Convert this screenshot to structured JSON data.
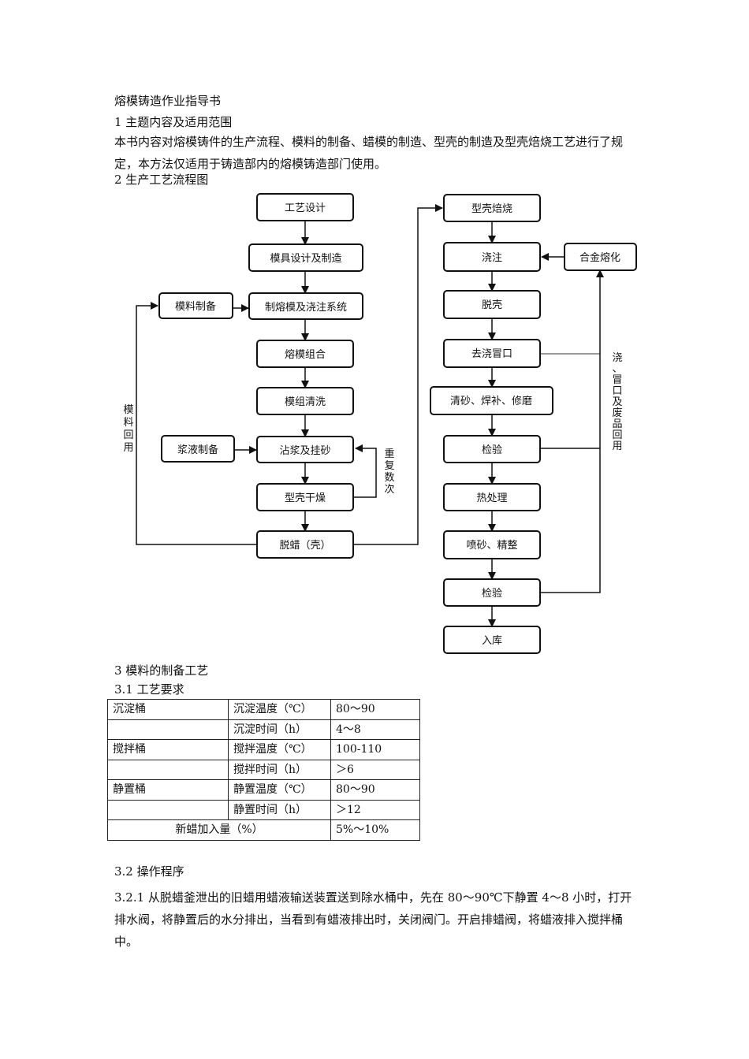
{
  "doc": {
    "title": "熔模铸造作业指导书",
    "section1_heading": "1 主题内容及适用范围",
    "section1_para": "本书内容对熔模铸件的生产流程、模料的制备、蜡模的制造、型壳的制造及型壳焙烧工艺进行了规定，本方法仅适用于铸造部内的熔模铸造部门使用。",
    "section2_heading": "2 生产工艺流程图",
    "section3_heading": "3 模料的制备工艺",
    "section31_heading": "3.1 工艺要求",
    "section32_heading": "3.2 操作程序",
    "section321_para": "3.2.1 从脱蜡釜泄出的旧蜡用蜡液输送装置送到除水桶中，先在 80～90℃下静置 4～8 小时，打开排水阀，将静置后的水分排出，当看到有蜡液排出时，关闭阀门。开启排蜡阀，将蜡液排入搅拌桶中。"
  },
  "flow": {
    "gongyi_sheji": "工艺设计",
    "moju_sheji": "模具设计及制造",
    "moliao_zhibei": "模料制备",
    "zhi_rongmo": "制熔模及浇注系统",
    "rongmo_zuhe": "熔模组合",
    "mozu_qingxi": "模组清洗",
    "jiangye_zhibei": "浆液制备",
    "zhanjiang": "沾浆及挂砂",
    "xingke_ganzao": "型壳干燥",
    "tuola": "脱蜡（壳）",
    "xingke_beishao": "型壳焙烧",
    "jiaozhu": "浇注",
    "hejin_ronghua": "合金熔化",
    "tuoke": "脱壳",
    "qu_jiaomaokou": "去浇冒口",
    "qingsha": "清砂、焊补、修磨",
    "jianyan1": "检验",
    "rechuli": "热处理",
    "pensha": "喷砂、精整",
    "jianyan2": "检验",
    "ruku": "入库",
    "label_moliao_huiyong": "模料回用",
    "label_chongfu": "重复数次",
    "label_huiyong": "浇、冒口及废品回用"
  },
  "table": {
    "rows": [
      {
        "group": "沉淀桶",
        "param": "沉淀温度（℃）",
        "value": "80～90"
      },
      {
        "group": "",
        "param": "沉淀时间（h）",
        "value": "4～8"
      },
      {
        "group": "搅拌桶",
        "param": "搅拌温度（℃）",
        "value": "100-110"
      },
      {
        "group": "",
        "param": "搅拌时间（h）",
        "value": "＞6"
      },
      {
        "group": "静置桶",
        "param": "静置温度（℃）",
        "value": "80～90"
      },
      {
        "group": "",
        "param": "静置时间（h）",
        "value": "＞12"
      }
    ],
    "last_label": "新蜡加入量（%）",
    "last_value": "5%～10%"
  }
}
